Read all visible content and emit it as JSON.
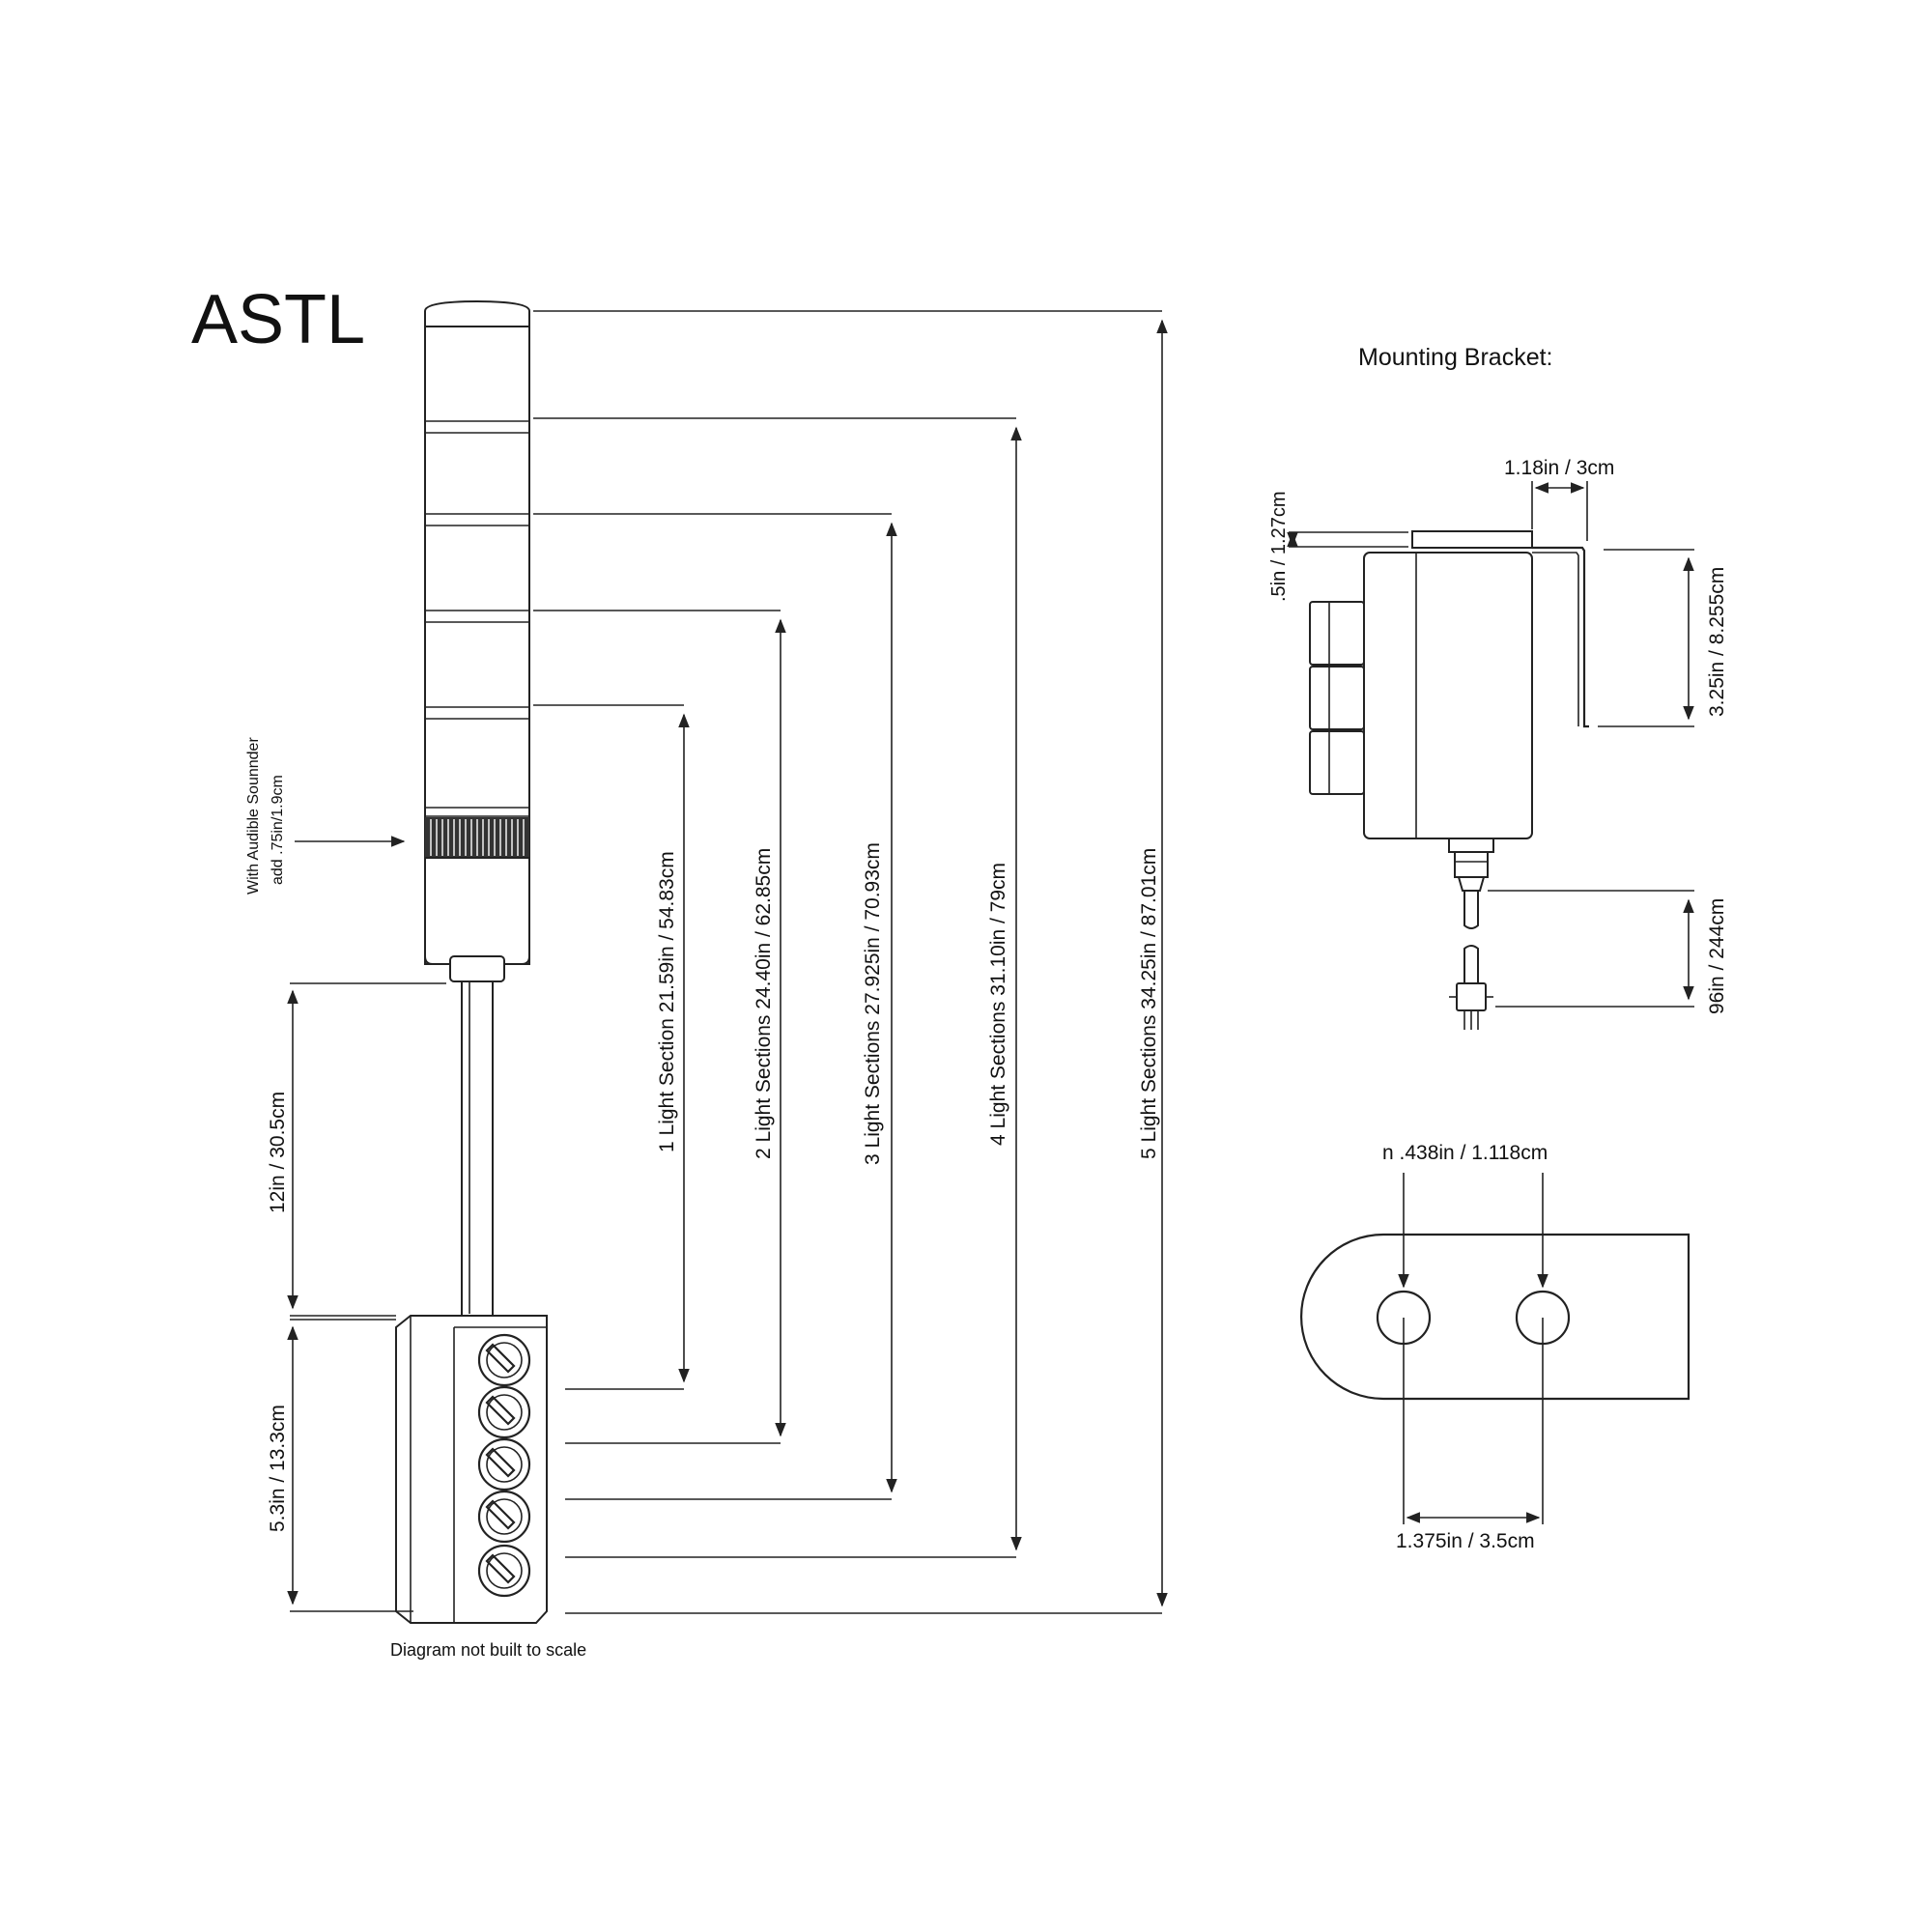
{
  "title": "ASTL",
  "footnote": "Diagram not built to scale",
  "sounder_note": {
    "line1": "With Audible Sounnder",
    "line2": "add .75in/1.9cm"
  },
  "tower_dimensions": [
    "1 Light  Section 21.59in / 54.83cm",
    "2 Light  Sections 24.40in / 62.85cm",
    "3 Light  Sections 27.925in / 70.93cm",
    "4 Light Sections 31.10in / 79cm",
    "5 Light  Sections 34.25in / 87.01cm"
  ],
  "pole_length": "12in / 30.5cm",
  "box_height": "5.3in / 13.3cm",
  "mounting_bracket": {
    "label": "Mounting Bracket:",
    "flange_width": "1.18in / 3cm",
    "plate_thickness": ".5in / 1.27cm",
    "bracket_height": "3.25in / 8.255cm",
    "cord_length": "96in / 244cm",
    "hole_diameter": "n .438in / 1.118cm",
    "hole_spacing": "1.375in / 3.5cm"
  }
}
